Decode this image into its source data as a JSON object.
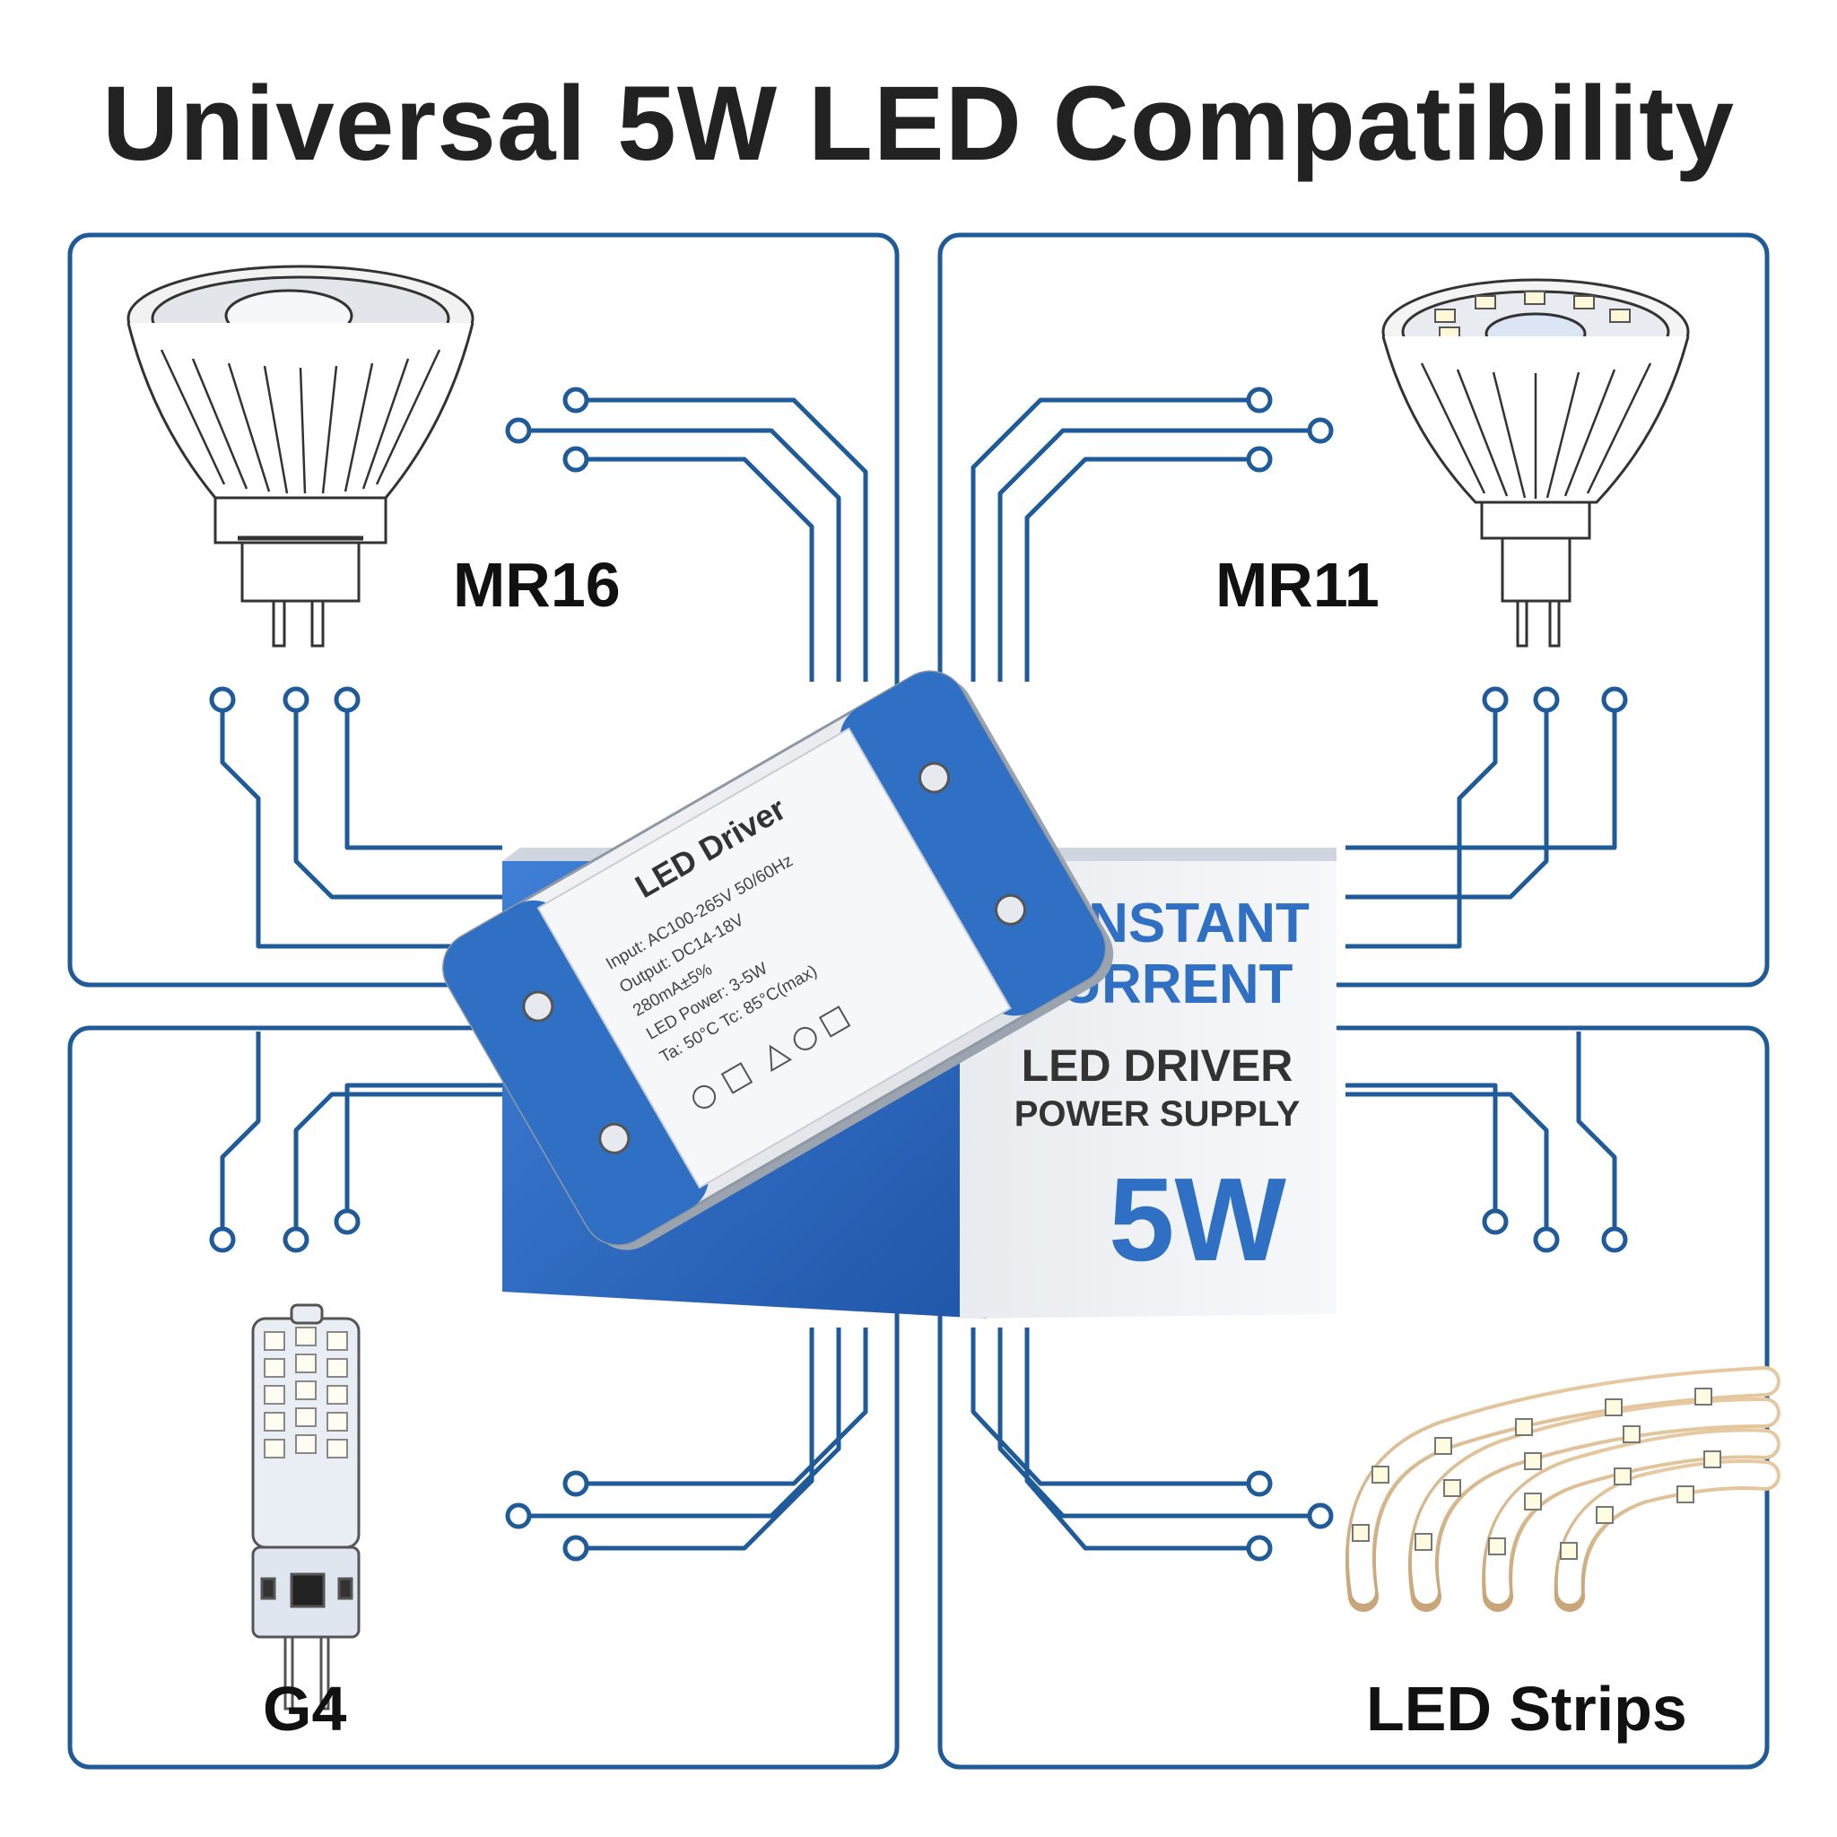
{
  "title": "Universal 5W LED Compatibility",
  "panels": {
    "top_left": "MR16",
    "top_right": "MR11",
    "bottom_left": "G4",
    "bottom_right": "LED Strips"
  },
  "device": {
    "brand_label": "LED Driver",
    "spec_lines": [
      "Input: AC100-265V 50/60Hz",
      "Output: DC14-18V",
      "280mA±5%",
      "LED Power: 3-5W",
      "Ta: 50°C  Tc: 85°C(max)"
    ]
  },
  "box": {
    "headline_1": "CONSTANT",
    "headline_2": "CURRENT",
    "subline_1": "LED DRIVER",
    "subline_2": "POWER SUPPLY",
    "wattage": "5W"
  },
  "colors": {
    "circuit": "#1f5a99",
    "accent_blue": "#2f6fc4",
    "title": "#222222"
  }
}
